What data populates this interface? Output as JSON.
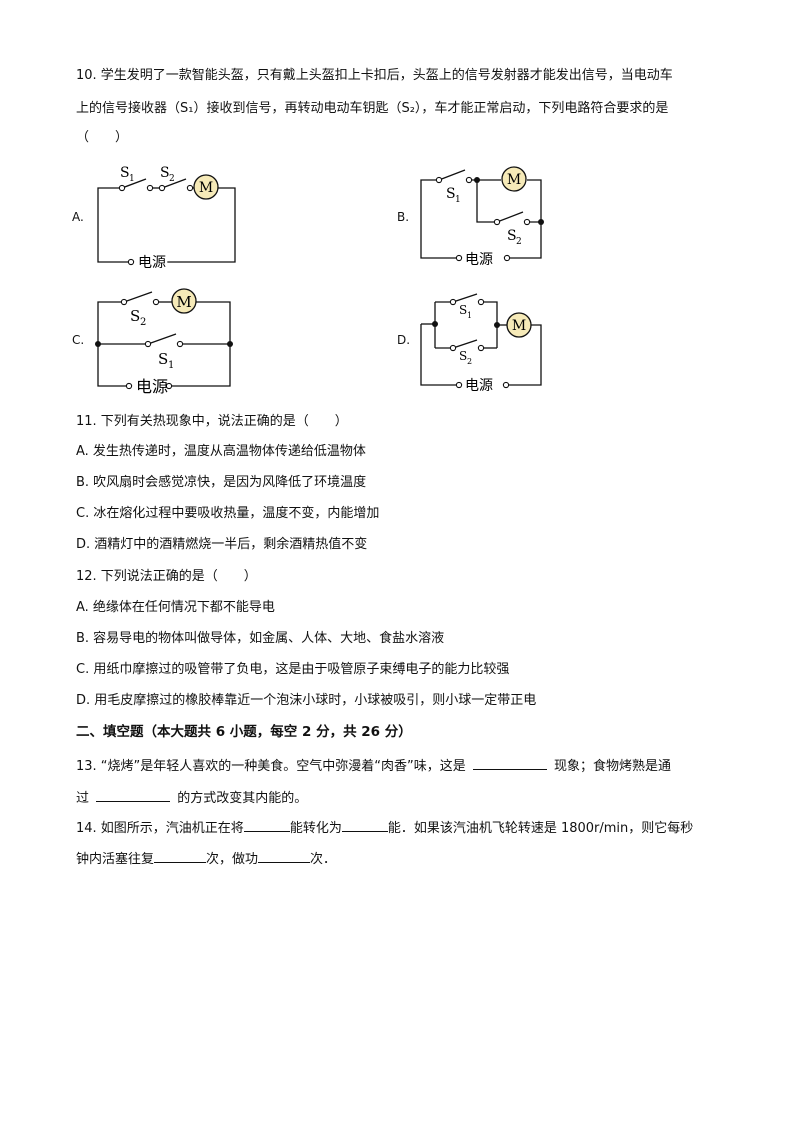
{
  "q10": {
    "line1": "10. 学生发明了一款智能头盔，只有戴上头盔扣上卡扣后，头盔上的信号发射器才能发出信号，当电动车",
    "line2": "上的信号接收器（S₁）接收到信号，再转动电动车钥匙（S₂），车才能正常启动，下列电路符合要求的是",
    "line3": "（　　）",
    "options": [
      {
        "label": "A."
      },
      {
        "label": "B."
      },
      {
        "label": "C."
      },
      {
        "label": "D."
      }
    ],
    "circuit": {
      "motor": "M",
      "power": "电源",
      "s1": "S",
      "s1_sub": "1",
      "s2": "S",
      "s2_sub": "2"
    }
  },
  "q11": {
    "stem": "11. 下列有关热现象中，说法正确的是（　　）",
    "options": [
      "A. 发生热传递时，温度从高温物体传递给低温物体",
      "B. 吹风扇时会感觉凉快，是因为风降低了环境温度",
      "C. 冰在熔化过程中要吸收热量，温度不变，内能增加",
      "D. 酒精灯中的酒精燃烧一半后，剩余酒精热值不变"
    ]
  },
  "q12": {
    "stem": "12. 下列说法正确的是（　　）",
    "options": [
      "A. 绝缘体在任何情况下都不能导电",
      "B. 容易导电的物体叫做导体，如金属、人体、大地、食盐水溶液",
      "C. 用纸巾摩擦过的吸管带了负电，这是由于吸管原子束缚电子的能力比较强",
      "D. 用毛皮摩擦过的橡胶棒靠近一个泡沫小球时，小球被吸引，则小球一定带正电"
    ]
  },
  "section2": {
    "heading": "二、填空题（本大题共 6 小题，每空 2 分，共 26 分）"
  },
  "q13": {
    "part1": "13. “烧烤”是年轻人喜欢的一种美食。空气中弥漫着“肉香”味，这是",
    "part2": "现象；食物烤熟是通",
    "part3": "过",
    "part4": "的方式改变其内能的。"
  },
  "q14": {
    "part1": "14. 如图所示，汽油机正在将",
    "part2": "能转化为",
    "part3": "能．如果该汽油机飞轮转速是 1800r/min，则它每秒",
    "part4": "钟内活塞往复",
    "part5": "次，做功",
    "part6": "次．"
  }
}
